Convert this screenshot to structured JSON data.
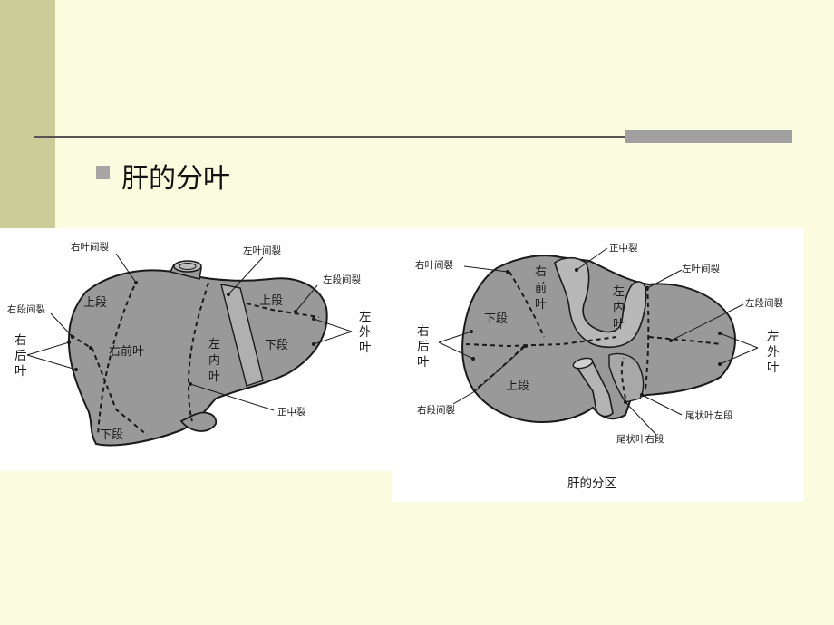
{
  "slide": {
    "title": "肝的分叶"
  },
  "left_figure": {
    "labels": {
      "right_interlobar_fissure": "右叶间裂",
      "left_interlobar_fissure": "左叶间裂",
      "left_segmental_fissure": "左段间裂",
      "right_segmental_fissure": "右段间裂",
      "right_posterior_lobe": [
        "右",
        "后",
        "叶"
      ],
      "upper_segment_right": "上段",
      "right_anterior_lobe": "右前叶",
      "left_medial_lobe": [
        "左",
        "内",
        "叶"
      ],
      "upper_segment_left": "上段",
      "lower_segment_left": "下段",
      "left_lateral_lobe": [
        "左",
        "外",
        "叶"
      ],
      "lower_segment_right": "下段",
      "median_fissure": "正中裂"
    }
  },
  "right_figure": {
    "labels": {
      "median_fissure": "正中裂",
      "right_interlobar_fissure": "右叶间裂",
      "left_interlobar_fissure": "左叶间裂",
      "right_anterior_lobe": [
        "右",
        "前",
        "叶"
      ],
      "left_medial_lobe": [
        "左",
        "内",
        "叶"
      ],
      "left_segmental_fissure": "左段间裂",
      "lower_segment": "下段",
      "right_posterior_lobe": [
        "右",
        "后",
        "叶"
      ],
      "left_lateral_lobe": [
        "左",
        "外",
        "叶"
      ],
      "upper_segment": "上段",
      "right_segmental_fissure": "右段间裂",
      "caudate_left_segment": "尾状叶左段",
      "caudate_right_segment": "尾状叶右段"
    },
    "caption": "肝的分区"
  }
}
